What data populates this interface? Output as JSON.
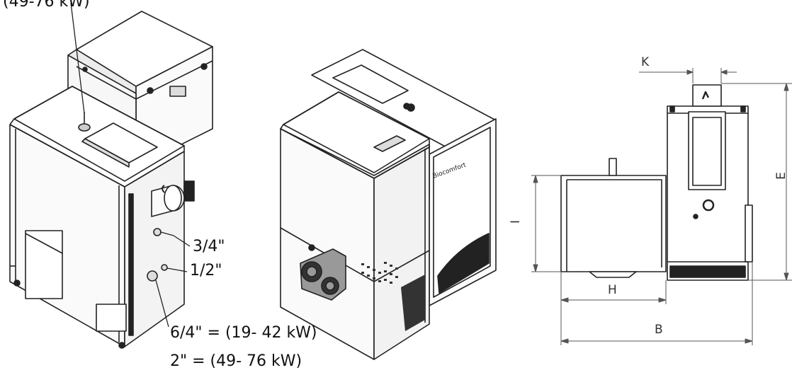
{
  "labels": {
    "top_callout": "(49-76 kW)",
    "pipe_34": "3/4\"",
    "pipe_12": "1/2\"",
    "pipe_64": "6/4\" = (19- 42 kW)",
    "pipe_2": "2\" = (49- 76 kW)"
  },
  "dimensions": {
    "k": "K",
    "e": "E",
    "i": "I",
    "h": "H",
    "b": "B"
  },
  "brand_text": "Biocomfort"
}
